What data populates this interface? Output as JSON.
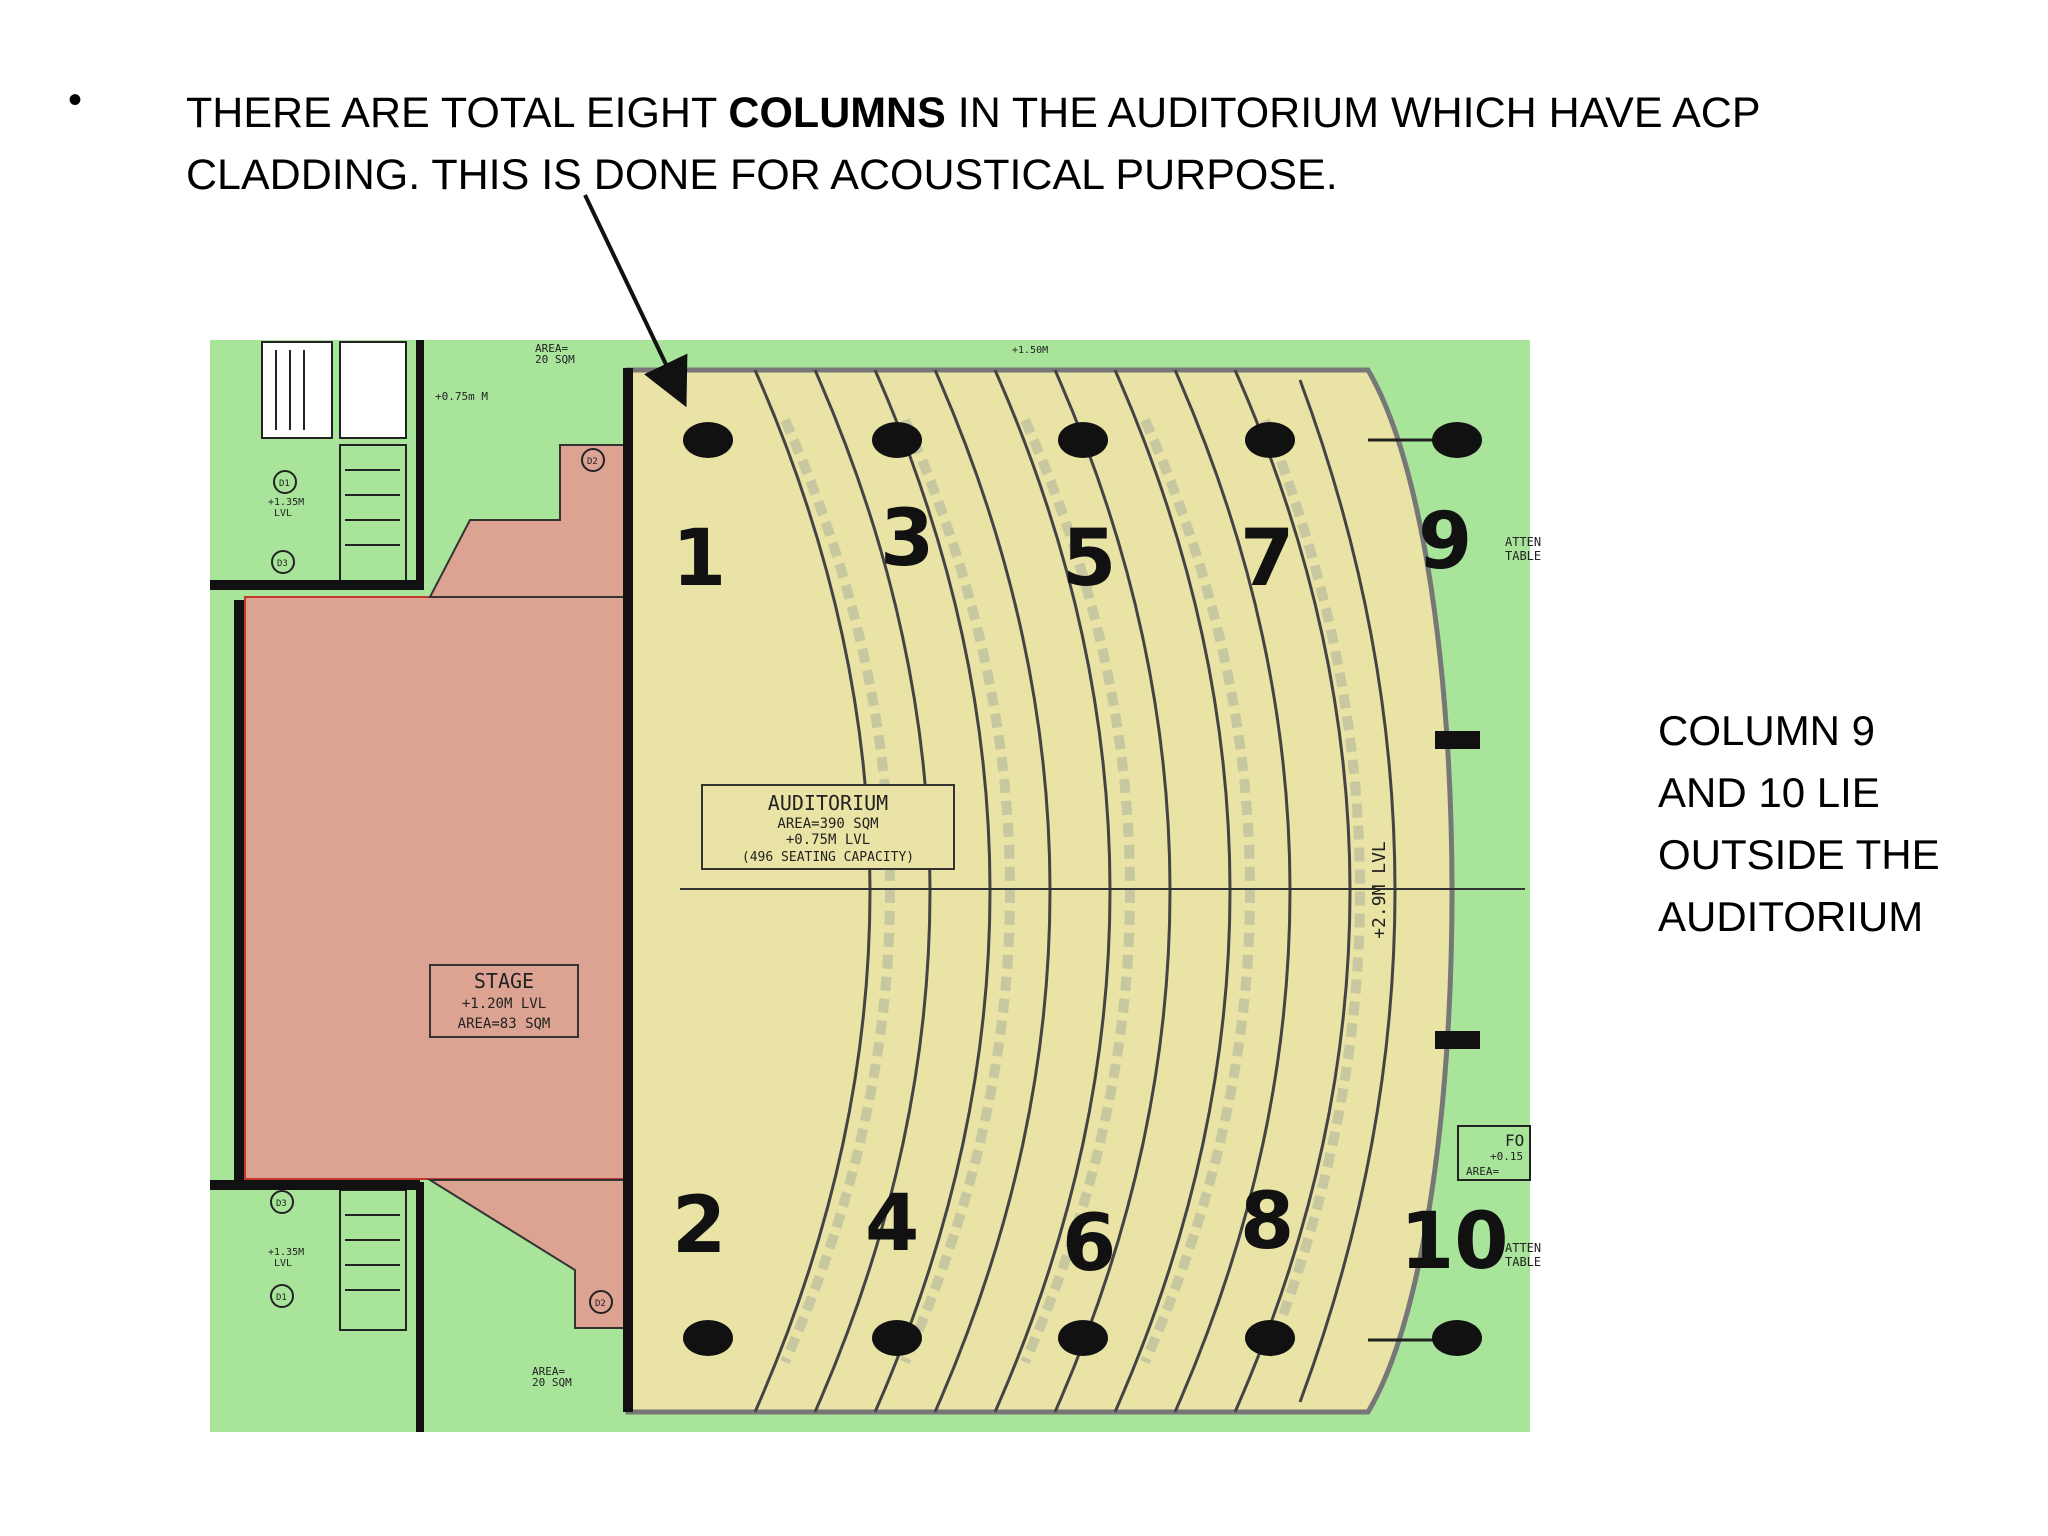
{
  "slide": {
    "bullet": "•",
    "heading_pre": "THERE ARE TOTAL EIGHT ",
    "heading_bold": "COLUMNS",
    "heading_post_line1": " IN THE AUDITORIUM WHICH HAVE ACP",
    "heading_line2": "CLADDING. THIS IS DONE FOR ACOUSTICAL PURPOSE.",
    "side_note_lines": [
      "COLUMN 9",
      "AND 10 LIE",
      "OUTSIDE THE",
      "AUDITORIUM"
    ]
  },
  "plan": {
    "columns": [
      "1",
      "2",
      "3",
      "4",
      "5",
      "6",
      "7",
      "8",
      "9",
      "10"
    ],
    "auditorium_label": [
      "AUDITORIUM",
      "AREA=390 SQM",
      "+0.75M LVL",
      "(496 SEATING CAPACITY)"
    ],
    "stage_label": [
      "STAGE",
      "+1.20M LVL",
      "AREA=83 SQM"
    ],
    "level_label": "+2.9M LVL",
    "area_top": [
      "AREA=",
      "20 SQM"
    ],
    "area_bottom": [
      "AREA=",
      "20 SQM"
    ],
    "level_small_top": "+0.75m M",
    "lvl_left_top": [
      "+1.35M",
      "LVL"
    ],
    "lvl_left_bottom": [
      "+1.35M",
      "LVL"
    ],
    "door_labels": [
      "D1",
      "D2",
      "D3",
      "D3",
      "D1",
      "D2"
    ],
    "right_labels": [
      "ATTEN",
      "TABLE",
      "FO",
      "+0.15",
      "AREA=",
      "ATTEN",
      "TABLE"
    ],
    "top_level": "+1.50M",
    "colors": {
      "green": "#a8e59a",
      "auditorium": "#e9e3a6",
      "stage": "#dca393",
      "wall": "#111111"
    }
  }
}
